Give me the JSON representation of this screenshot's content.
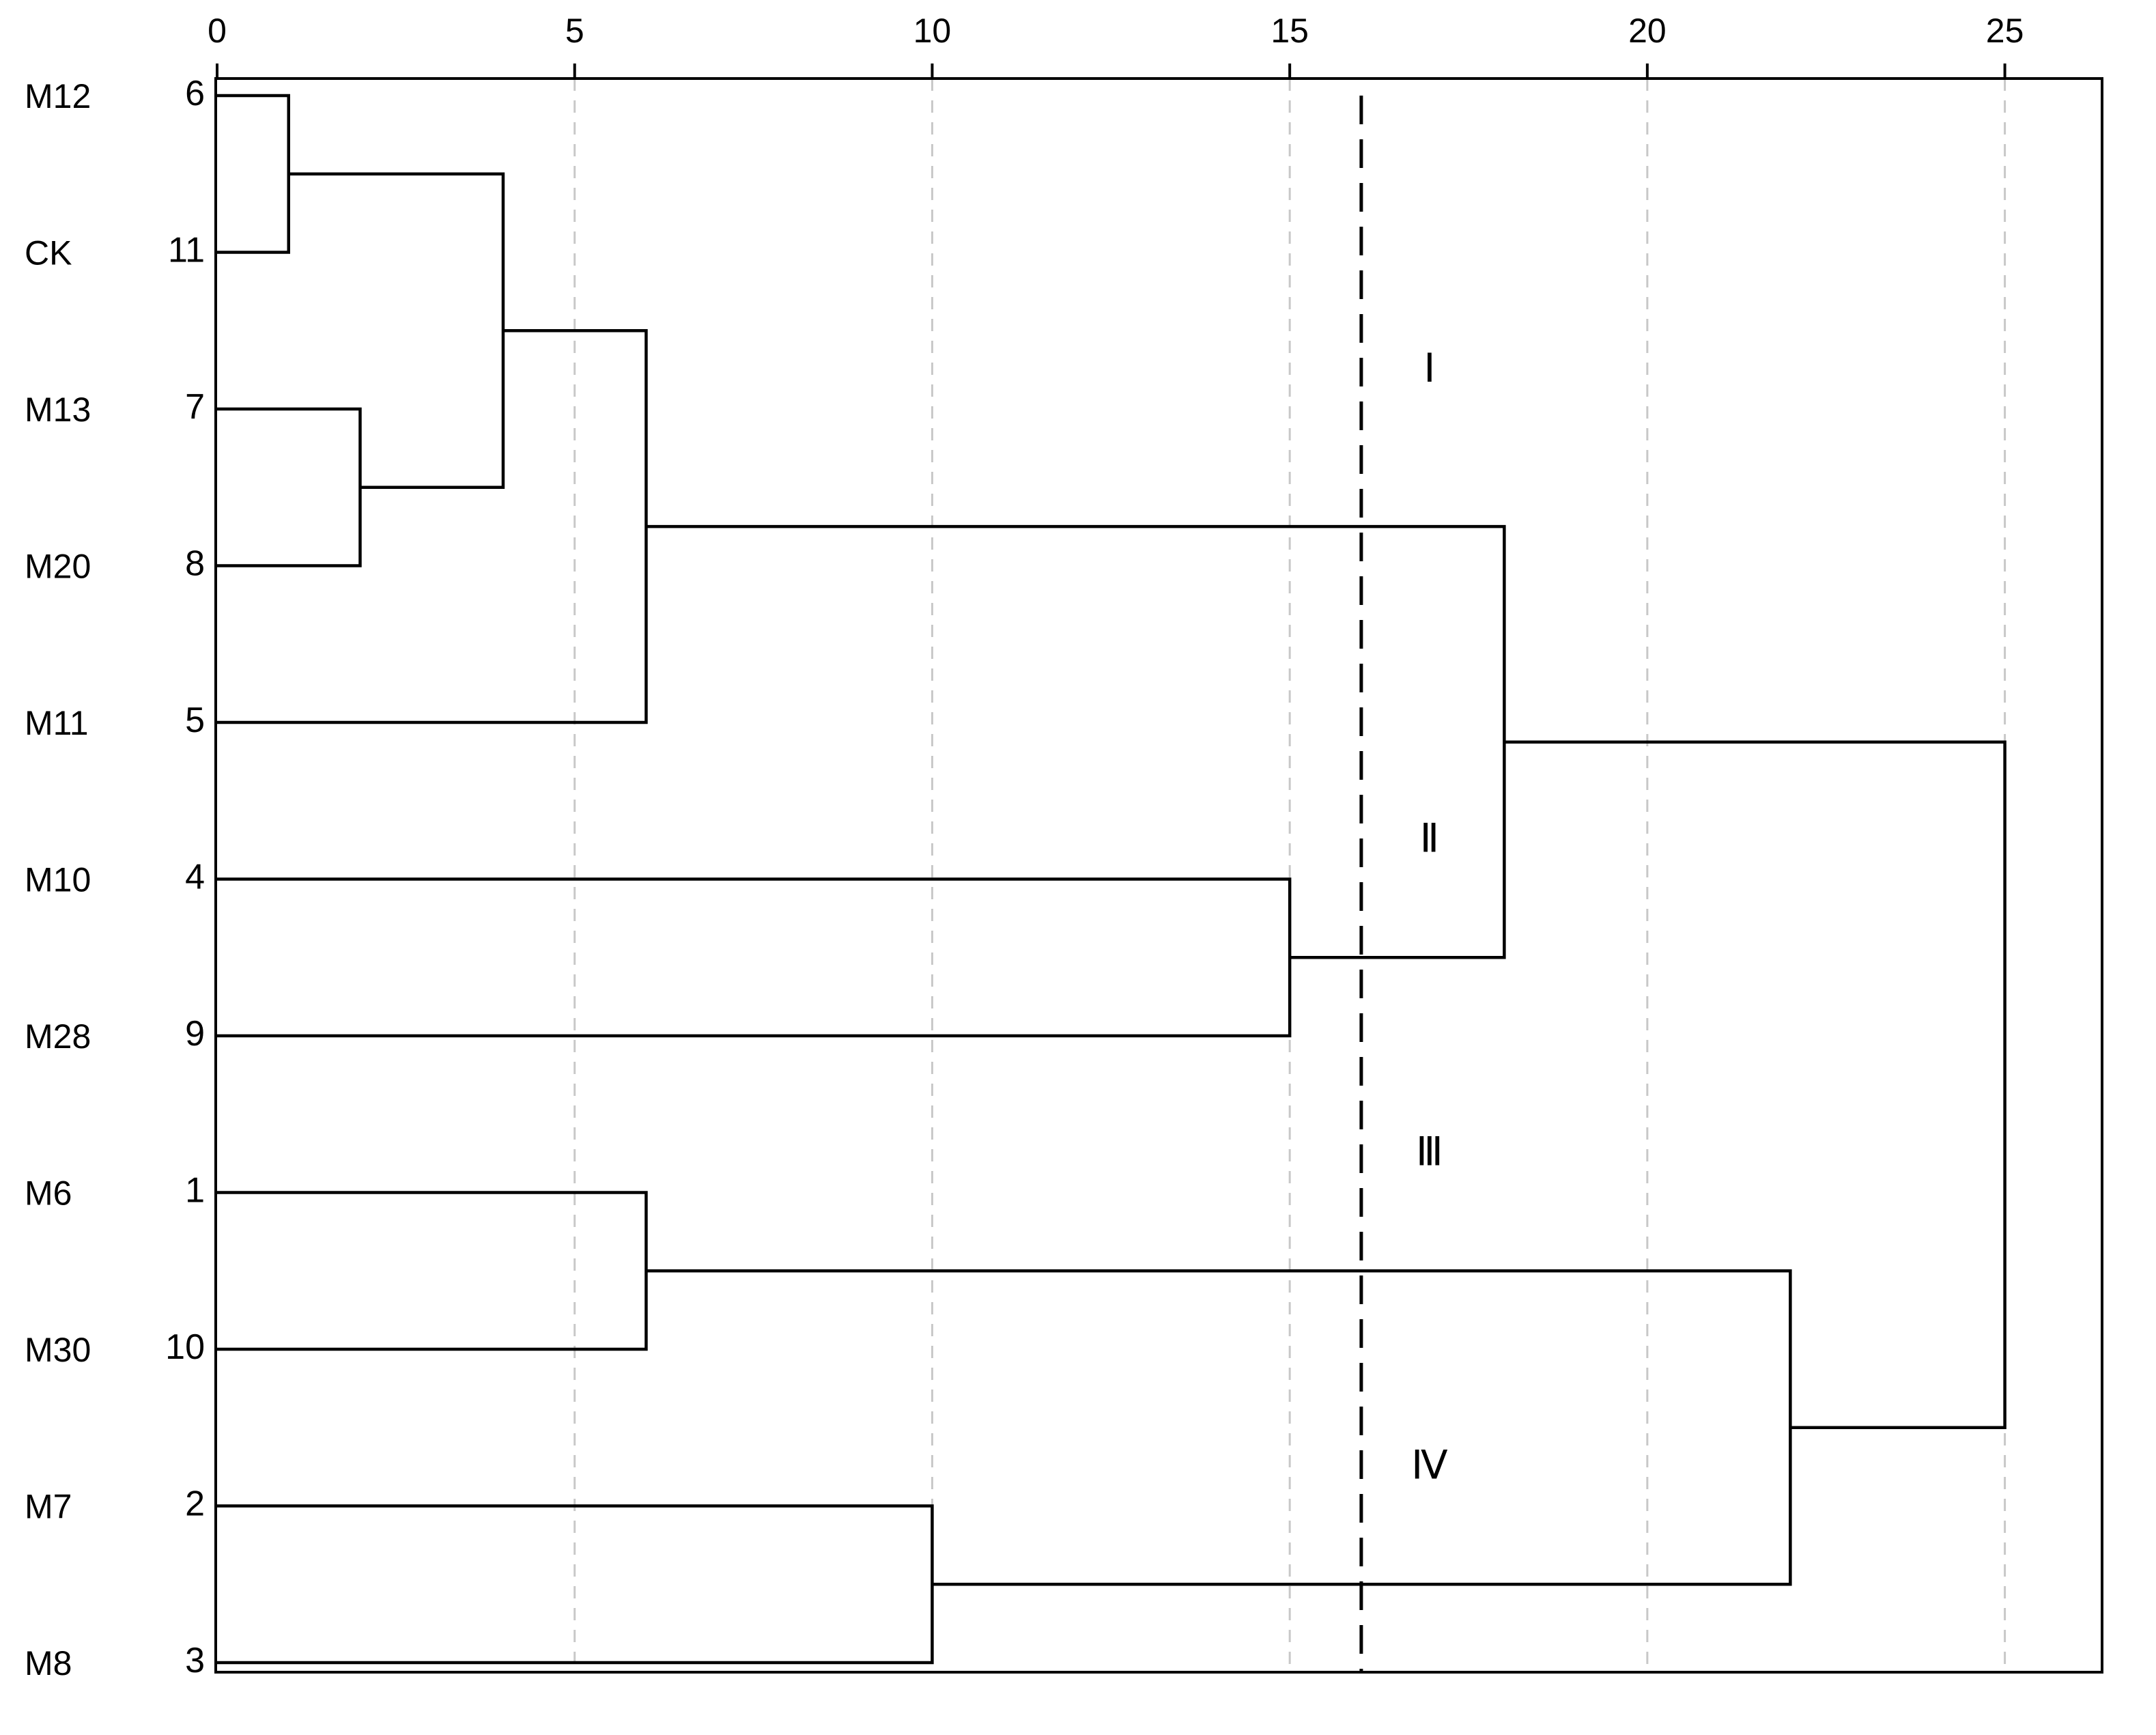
{
  "chart_data": {
    "type": "dendrogram",
    "x_ticks": [
      "0",
      "5",
      "10",
      "15",
      "20",
      "25"
    ],
    "xlim": [
      0,
      26.35
    ],
    "grid": "vertical dashed at ticks",
    "cut_line": 16,
    "leaves": [
      {
        "name": "M12",
        "id": "6"
      },
      {
        "name": "CK",
        "id": "11"
      },
      {
        "name": "M13",
        "id": "7"
      },
      {
        "name": "M20",
        "id": "8"
      },
      {
        "name": "M11",
        "id": "5"
      },
      {
        "name": "M10",
        "id": "4"
      },
      {
        "name": "M28",
        "id": "9"
      },
      {
        "name": "M6",
        "id": "1"
      },
      {
        "name": "M30",
        "id": "10"
      },
      {
        "name": "M7",
        "id": "2"
      },
      {
        "name": "M8",
        "id": "3"
      }
    ],
    "merges": [
      {
        "a": {
          "leaf": 0
        },
        "b": {
          "leaf": 1
        },
        "height": 1
      },
      {
        "a": {
          "leaf": 2
        },
        "b": {
          "leaf": 3
        },
        "height": 2
      },
      {
        "a": {
          "merge": 0
        },
        "b": {
          "merge": 1
        },
        "height": 4
      },
      {
        "a": {
          "merge": 2
        },
        "b": {
          "leaf": 4
        },
        "height": 6
      },
      {
        "a": {
          "leaf": 5
        },
        "b": {
          "leaf": 6
        },
        "height": 15
      },
      {
        "a": {
          "merge": 3
        },
        "b": {
          "merge": 4
        },
        "height": 18
      },
      {
        "a": {
          "leaf": 7
        },
        "b": {
          "leaf": 8
        },
        "height": 6
      },
      {
        "a": {
          "leaf": 9
        },
        "b": {
          "leaf": 10
        },
        "height": 10
      },
      {
        "a": {
          "merge": 6
        },
        "b": {
          "merge": 7
        },
        "height": 22
      },
      {
        "a": {
          "merge": 5
        },
        "b": {
          "merge": 8
        },
        "height": 25
      }
    ],
    "cluster_labels": [
      {
        "text": "Ⅰ",
        "leaf": 2
      },
      {
        "text": "Ⅱ",
        "leaf": 5
      },
      {
        "text": "Ⅲ",
        "leaf": 7
      },
      {
        "text": "Ⅳ",
        "leaf": 9
      }
    ]
  }
}
